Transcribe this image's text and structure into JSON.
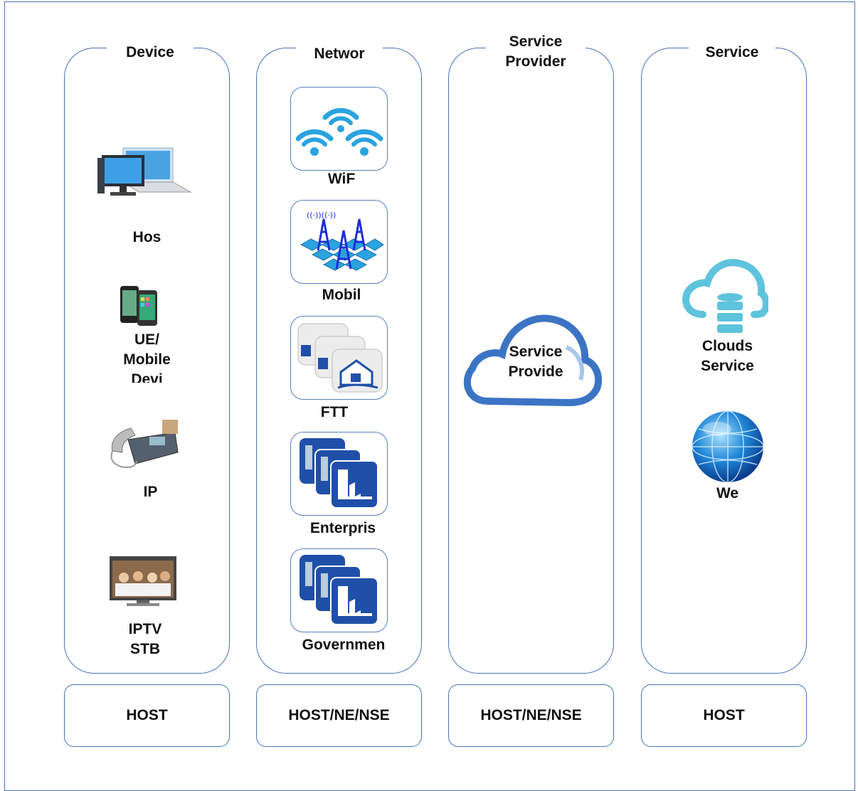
{
  "columns": [
    {
      "title": "Device",
      "items": [
        {
          "label": "Hos",
          "icon": "desktop-laptop-icon"
        },
        {
          "label": "UE/\nMobile\nDevi",
          "icon": "smartphone-icon"
        },
        {
          "label": "IP",
          "icon": "ip-phone-icon"
        },
        {
          "label": "IPTV\nSTB",
          "icon": "iptv-screen-icon"
        }
      ],
      "host": "HOST"
    },
    {
      "title": "Networ",
      "items": [
        {
          "label": "WiF",
          "icon": "wifi-icon"
        },
        {
          "label": "Mobil",
          "icon": "cell-tower-icon"
        },
        {
          "label": "FTT",
          "icon": "fiber-home-icon"
        },
        {
          "label": "Enterpris",
          "icon": "enterprise-buildings-icon"
        },
        {
          "label": "Governmen",
          "icon": "government-buildings-icon"
        }
      ],
      "host": "HOST/NE/NSE"
    },
    {
      "title": "Service\nProvider",
      "items": [
        {
          "label": "Service\nProvide",
          "icon": "cloud-icon"
        }
      ],
      "host": "HOST/NE/NSE"
    },
    {
      "title": "Service",
      "items": [
        {
          "label": "Clouds\nService",
          "icon": "cloud-database-icon"
        },
        {
          "label": "We",
          "icon": "globe-icon"
        }
      ],
      "host": "HOST"
    }
  ],
  "colors": {
    "border": "#4a72b5",
    "tile_blue": "#1f4fa8",
    "wifi_blue": "#2aa3e0",
    "cloud_teal": "#5ec3dc"
  }
}
